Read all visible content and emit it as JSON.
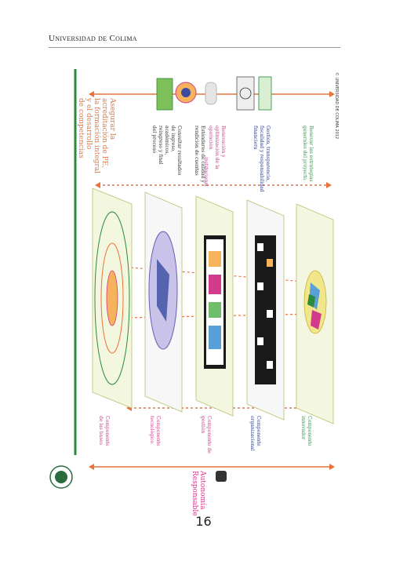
{
  "header": {
    "institution": "Universidad de Colima"
  },
  "page_number": "16",
  "diagram": {
    "top_title": [
      "Asegurar la",
      "acreditación de PE,",
      "la formación integral",
      "y el desarrollo",
      "de competencias"
    ],
    "side_left": [
      "Autonomía",
      "Responsable"
    ],
    "components": [
      {
        "label": [
          "Componente",
          "de las bases"
        ],
        "color": "#d23a8c"
      },
      {
        "label": [
          "Componente",
          "tecnológico"
        ],
        "color": "#d23a8c"
      },
      {
        "label": [
          "Componente de",
          "gestión"
        ],
        "color": "#d23a8c"
      },
      {
        "label": [
          "Componente",
          "organizacional"
        ],
        "color": "#2c3e8a"
      },
      {
        "label": [
          "Componente",
          "innovador"
        ],
        "color": "#2c9b4a"
      }
    ],
    "right_labels": [
      {
        "lines": [
          "Consultar resultados",
          "de ingreso,",
          "académicos,",
          "reingreso y final",
          "del proceso"
        ],
        "color": "#333333"
      },
      {
        "lines": [
          "Estándares de calidad y",
          "rendición de cuentas"
        ],
        "color": "#333333"
      },
      {
        "lines": [
          "Renovación y",
          "optimización de la",
          "operación",
          "institucional"
        ],
        "color": "#d23a8c"
      },
      {
        "lines": [
          "Gestión, transparencia,",
          "fiscalidad y responsabilidad",
          "financiera"
        ],
        "color": "#2c3e8a"
      },
      {
        "lines": [
          "Renovar las estrategias",
          "generales del proyecto"
        ],
        "color": "#2c9b4a"
      }
    ],
    "copyright": "© UNIVERSIDAD DE COLIMA 2012",
    "colors": {
      "accent_orange": "#e8743b",
      "green": "#2c8a3e",
      "magenta": "#d23a8c",
      "navy": "#2c3e8a"
    }
  }
}
